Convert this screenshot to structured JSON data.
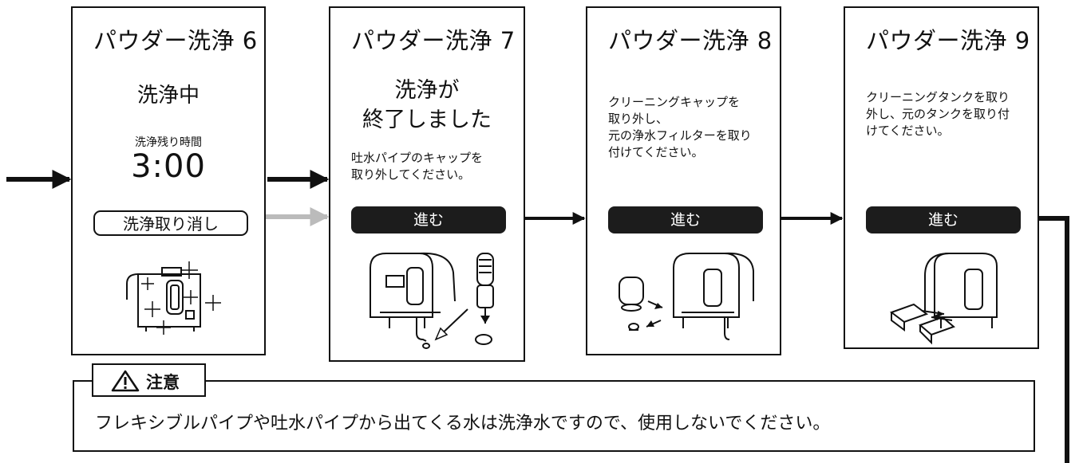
{
  "panels": [
    {
      "title": "パウダー洗浄 6",
      "status": "洗浄中",
      "remaining_label": "洗浄残り時間",
      "remaining_time": "3:00",
      "cancel_label": "洗浄取り消し"
    },
    {
      "title": "パウダー洗浄 7",
      "message_line1": "洗浄が",
      "message_line2": "終了しました",
      "instruction": "吐水パイプのキャップを\n取り外してください。",
      "proceed_label": "進む"
    },
    {
      "title": "パウダー洗浄 8",
      "instruction": "クリーニングキャップを\n取り外し、\n元の浄水フィルターを取り\n付けてください。",
      "proceed_label": "進む"
    },
    {
      "title": "パウダー洗浄 9",
      "instruction": "クリーニングタンクを取り\n外し、元のタンクを取り付\nけてください。",
      "proceed_label": "進む"
    }
  ],
  "caution": {
    "icon": "warning-triangle-icon",
    "label": "注意",
    "text": "フレキシブルパイプや吐水パイプから出てくる水は洗浄水ですので、使用しないでください。"
  },
  "colors": {
    "line": "#111111",
    "button_fill": "#1c1c1c",
    "cancel_arrow": "#bbbbbb"
  }
}
